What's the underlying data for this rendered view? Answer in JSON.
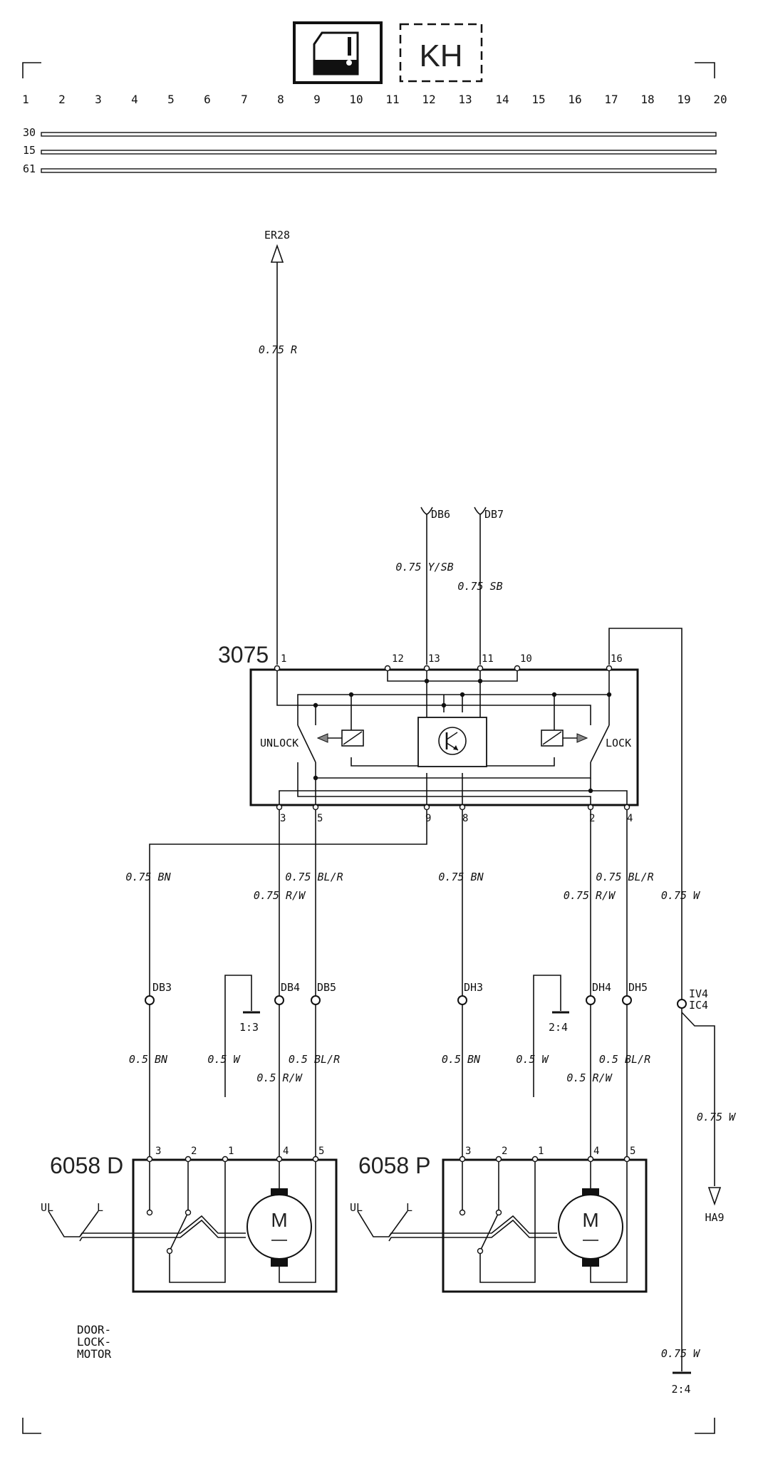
{
  "header": {
    "badge_icon": "door-window-icon",
    "badge_label": "KH",
    "columns": [
      "1",
      "2",
      "3",
      "4",
      "5",
      "6",
      "7",
      "8",
      "9",
      "10",
      "11",
      "12",
      "13",
      "14",
      "15",
      "16",
      "17",
      "18",
      "19",
      "20"
    ],
    "rails": [
      "30",
      "15",
      "61"
    ]
  },
  "top": {
    "er28": "ER28",
    "wire_075r": "0.75 R",
    "db6": "DB6",
    "db7": "DB7",
    "wire_ysb": "0.75 Y/SB",
    "wire_sb": "0.75 SB"
  },
  "module": {
    "id": "3075",
    "pins_top": [
      "1",
      "12",
      "13",
      "11",
      "10",
      "16"
    ],
    "pins_bottom": [
      "3",
      "5",
      "9",
      "8",
      "2",
      "4"
    ],
    "unlock": "UNLOCK",
    "lock": "LOCK"
  },
  "mid_wires": {
    "bn_left": "0.75 BN",
    "blr_left": "0.75 BL/R",
    "rw_left": "0.75 R/W",
    "bn_mid": "0.75 BN",
    "blr_right": "0.75 BL/R",
    "rw_right": "0.75 R/W",
    "w_right": "0.75 W"
  },
  "connectors": {
    "db3": "DB3",
    "db4": "DB4",
    "db5": "DB5",
    "dh3": "DH3",
    "dh4": "DH4",
    "dh5": "DH5",
    "iv4": "IV4",
    "ic4": "IC4",
    "ground_13": "1:3",
    "ground_24": "2:4"
  },
  "low_wires": {
    "bn_l": "0.5 BN",
    "w_l": "0.5 W",
    "blr_l": "0.5 BL/R",
    "rw_l": "0.5 R/W",
    "bn_r": "0.5 BN",
    "w_r": "0.5 W",
    "blr_r": "0.5 BL/R",
    "rw_r": "0.5 R/W",
    "w_ha9": "0.75 W",
    "ha9": "HA9",
    "w_bottom": "0.75 W",
    "ground_bottom": "2:4"
  },
  "motors": {
    "left_id": "6058 D",
    "right_id": "6058 P",
    "pins": [
      "3",
      "2",
      "1",
      "4",
      "5"
    ],
    "ul": "UL",
    "l": "L",
    "m": "M",
    "caption_1": "DOOR-",
    "caption_2": "LOCK-",
    "caption_3": "MOTOR"
  }
}
